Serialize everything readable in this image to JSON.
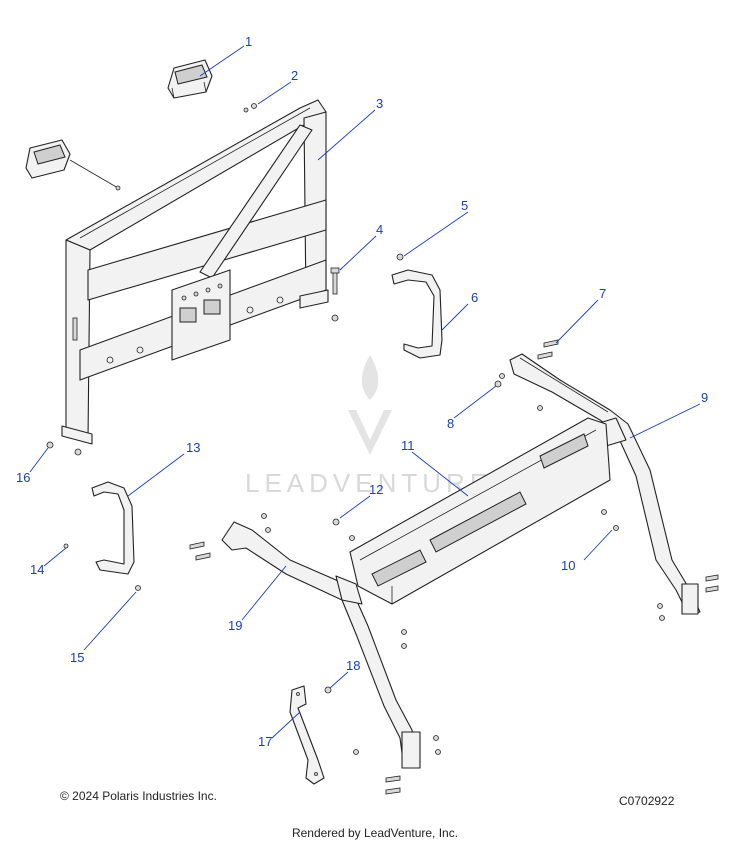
{
  "callouts": [
    {
      "label": "1"
    },
    {
      "label": "2"
    },
    {
      "label": "3"
    },
    {
      "label": "4"
    },
    {
      "label": "5"
    },
    {
      "label": "6"
    },
    {
      "label": "7"
    },
    {
      "label": "8"
    },
    {
      "label": "9"
    },
    {
      "label": "10"
    },
    {
      "label": "11"
    },
    {
      "label": "12"
    },
    {
      "label": "13"
    },
    {
      "label": "14"
    },
    {
      "label": "15"
    },
    {
      "label": "16"
    },
    {
      "label": "17"
    },
    {
      "label": "18"
    },
    {
      "label": "19"
    }
  ],
  "footer": {
    "copyright": "© 2024 Polaris Industries Inc.",
    "drawing_id": "C0702922",
    "rendered_by": "Rendered by LeadVenture, Inc."
  },
  "watermark": {
    "text": "LEADVENTURE"
  },
  "colors": {
    "callout": "#1a3fb5",
    "line": "#222222",
    "watermark": "#d9d9d9"
  }
}
